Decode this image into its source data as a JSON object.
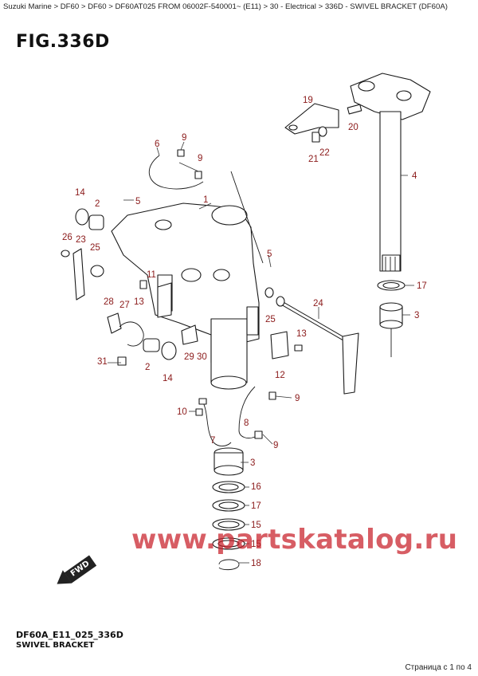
{
  "breadcrumb": "Suzuki Marine > DF60 > DF60 > DF60AT025 FROM 06002F-540001~ (E11) > 30 - Electrical > 336D - SWIVEL BRACKET (DF60A)",
  "figure": {
    "title": "FIG.336D"
  },
  "callouts": [
    "1",
    "2",
    "2",
    "3",
    "3",
    "4",
    "5",
    "5",
    "6",
    "7",
    "8",
    "9",
    "9",
    "9",
    "9",
    "10",
    "11",
    "12",
    "13",
    "13",
    "14",
    "14",
    "15",
    "15",
    "16",
    "17",
    "17",
    "18",
    "19",
    "20",
    "21",
    "22",
    "23",
    "24",
    "25",
    "25",
    "26",
    "27",
    "28",
    "29",
    "30",
    "31"
  ],
  "watermark": "www.partskatalog.ru",
  "fwd_label": "FWD",
  "footer": {
    "code": "DF60A_E11_025_336D",
    "name": "SWIVEL BRACKET",
    "pagination": "Страница с 1 по 4"
  },
  "colors": {
    "callout": "#8b1a1a",
    "watermark": "#c81e28",
    "line": "#1a1a1a"
  }
}
